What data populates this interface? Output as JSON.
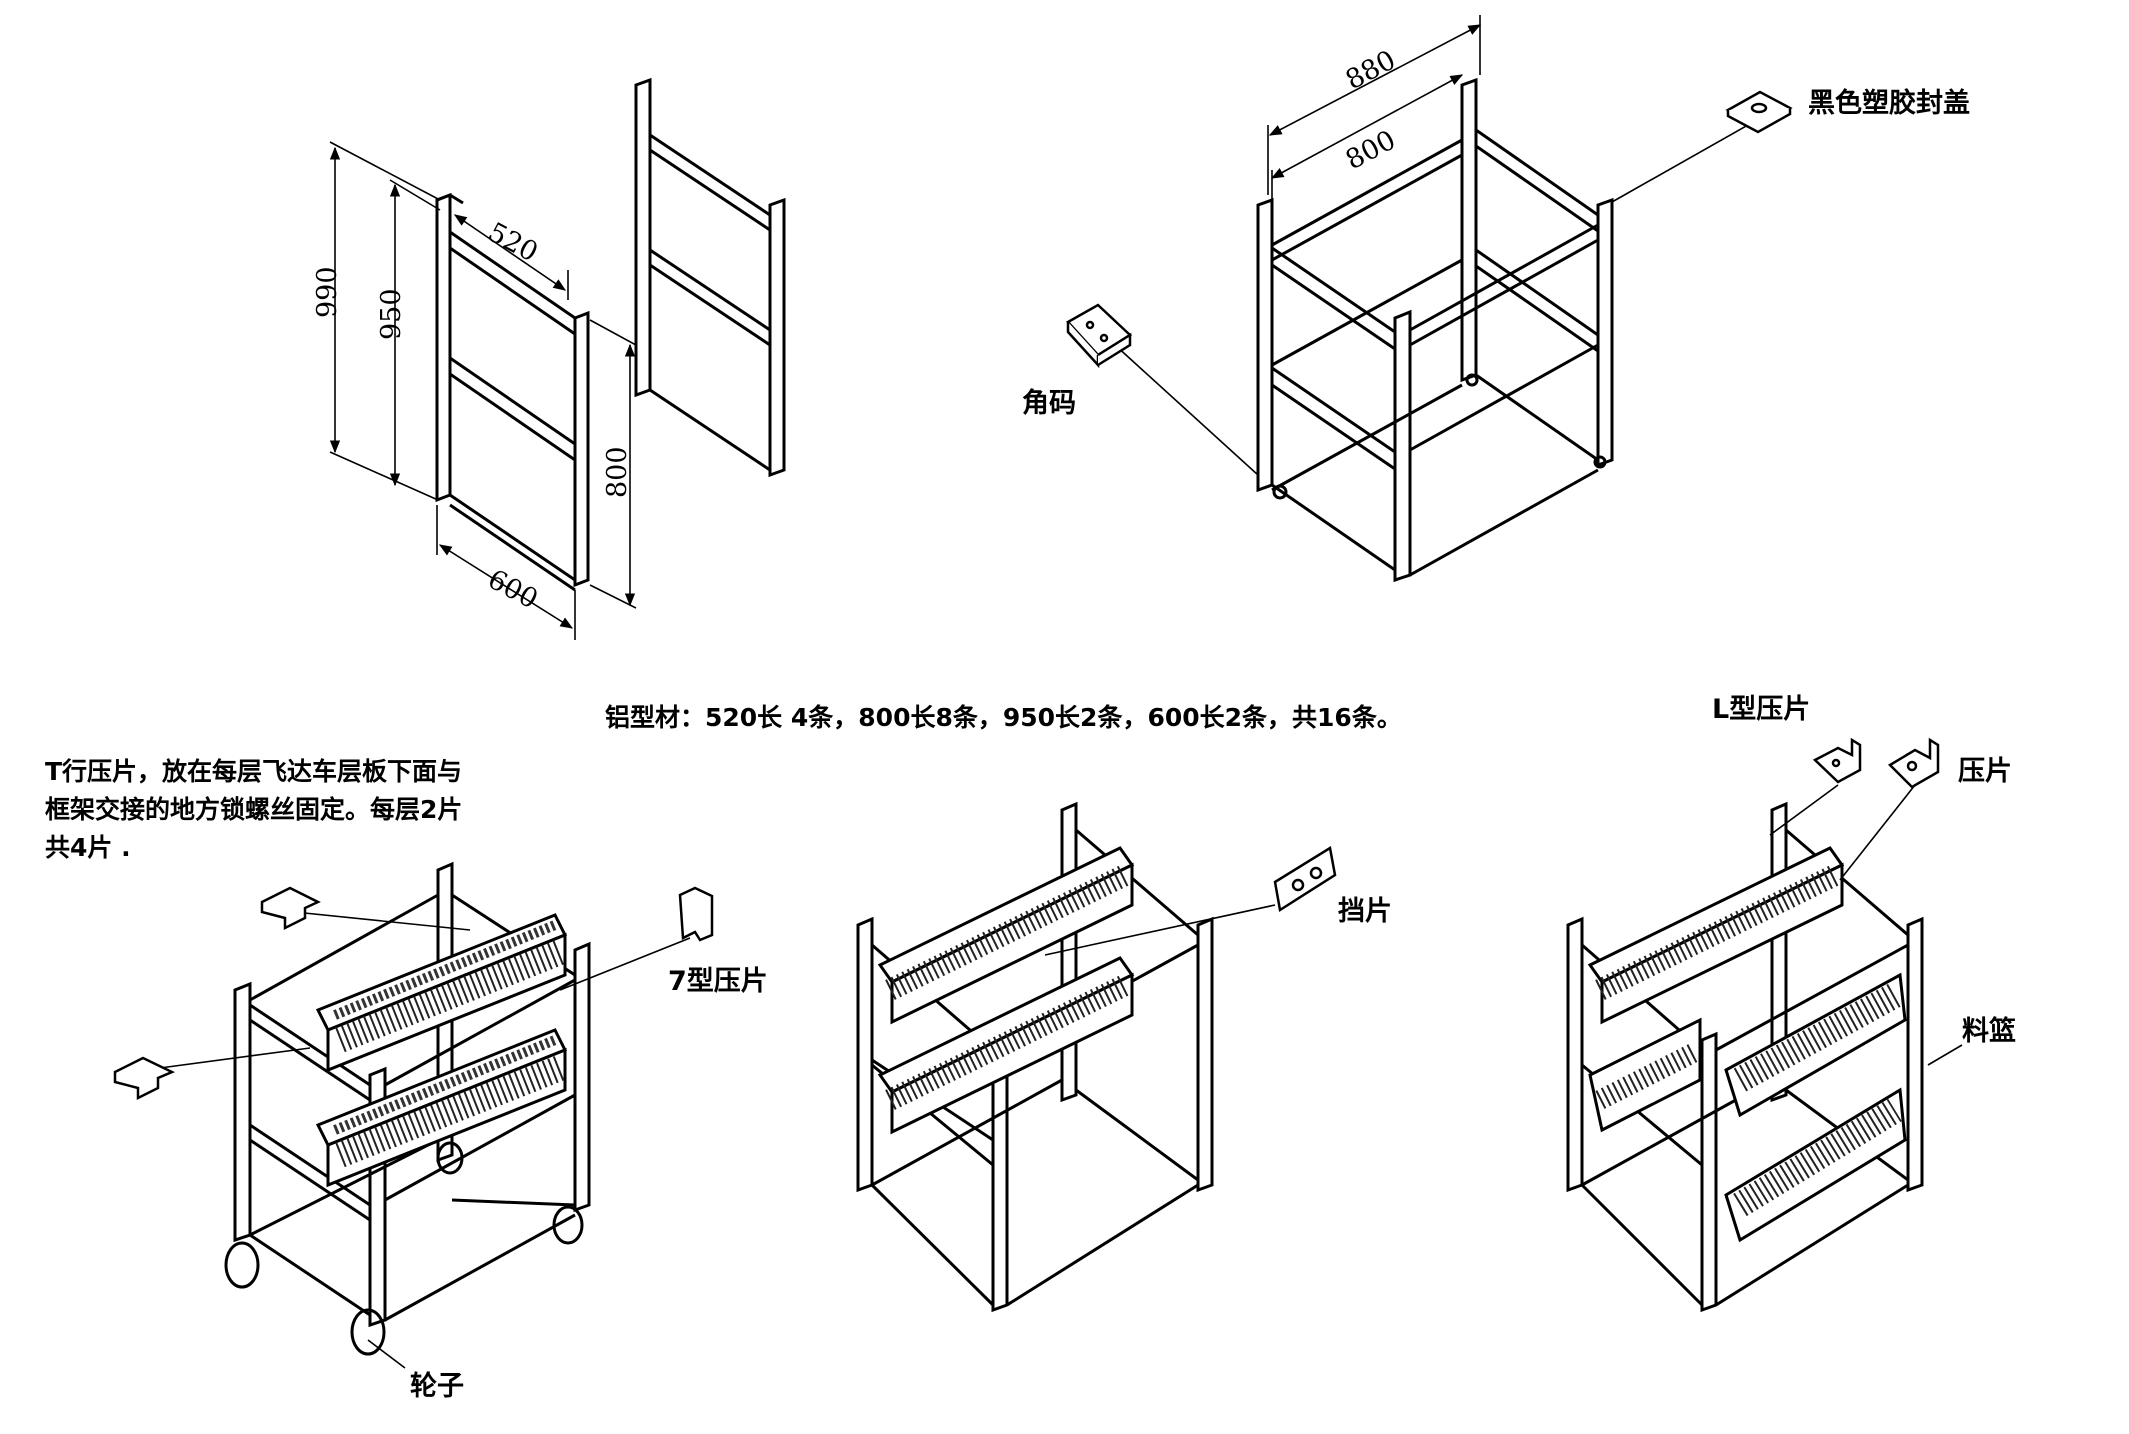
{
  "dimensions": {
    "h990": "990",
    "h950": "950",
    "w520": "520",
    "h800": "800",
    "w600": "600",
    "d880": "880",
    "d800": "800"
  },
  "labels": {
    "cap": "黑色塑胶封盖",
    "bracket": "角码",
    "profile_note": "铝型材：520长 4条，800长8条，950长2条，600长2条，共16条。",
    "t_clip_note": [
      "T行压片，放在每层飞达车层板下面与",
      "框架交接的地方锁螺丝固定。每层2片",
      "共4片 ."
    ],
    "clip7": "7型压片",
    "wheel": "轮子",
    "stop": "挡片",
    "l_clip": "L型压片",
    "clip": "压片",
    "basket": "料篮"
  }
}
